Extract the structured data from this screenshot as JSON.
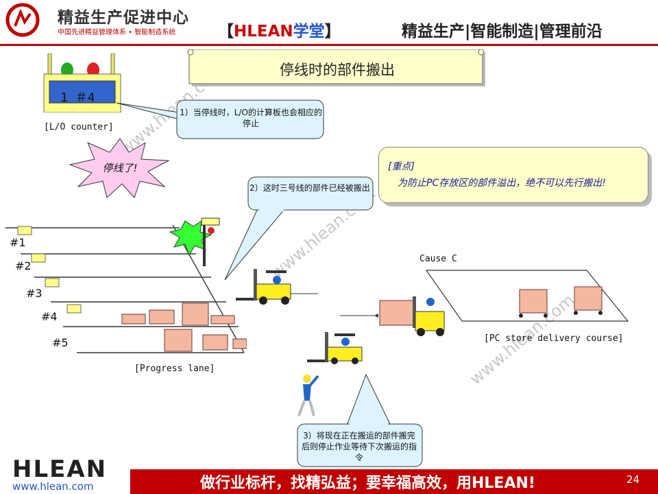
{
  "header": {
    "company_name": "精益生产促进中心",
    "company_subtitle": "中国先进精益管理体系 • 智能制造系统",
    "brand_open": "【",
    "brand_hlean": "HLEAN",
    "brand_xuetang": "学堂",
    "brand_close": "】",
    "tagline": "精益生产|智能制造|管理前沿"
  },
  "slide": {
    "title": "停线时的部件搬出",
    "counter": {
      "display": "1  ＃4",
      "label": "[L/O counter]"
    },
    "burst_text": "停线了!",
    "callout_1": "1）当停线时，L/O的计算板也会相应的停止",
    "callout_2": "2）这时三号线的部件已经被搬出",
    "callout_3": "3）将现在正在搬运的部件搬完后则停止作业等待下次搬运的指令",
    "key_point": {
      "title": "[重点]",
      "body": "为防止PC存放区的部件溢出，绝不可以先行搬出!"
    },
    "lanes": [
      "#1",
      "#2",
      "#3",
      "#4",
      "#5"
    ],
    "progress_lane_label": "[Progress lane]",
    "cause_label": "Cause C",
    "store_label": "[PC store delivery course]",
    "watermark": "www.hlean.com"
  },
  "footer": {
    "logo": "HLEAN",
    "url": "www.hlean.com",
    "slogan": "做行业标杆，找精弘益；要幸福高效，用HLEAN!",
    "page_number": "24"
  },
  "colors": {
    "brand_red": "#c00000",
    "brand_blue": "#2255cc",
    "scroll_fill": "#ffffcc",
    "callout_fill": "#ddf4ff",
    "burst_fill": "#ffccee",
    "green_burst": "#33ff33"
  }
}
